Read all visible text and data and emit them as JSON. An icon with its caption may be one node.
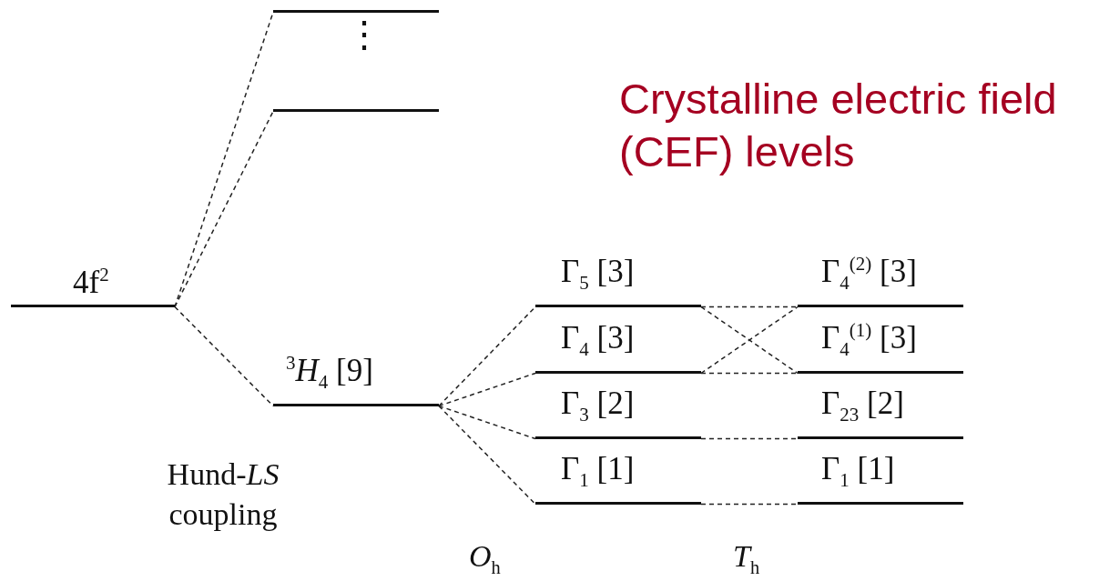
{
  "diagram": {
    "title": "Crystalline electric field (CEF) levels",
    "nodes": [
      {
        "text": [
          "4f$^{2}$"
        ]
      },
      {
        "text": [],
        "shape": "bar"
      },
      {
        "text": [],
        "shape": "bar"
      },
      {
        "text": [
          "$^{3}$*H*$_{4}$ [9]"
        ]
      },
      {
        "text": [
          "Γ$_{5}$ [3]"
        ]
      },
      {
        "text": [
          "Γ$_{4}$ [3]"
        ]
      },
      {
        "text": [
          "Γ$_{3}$ [2]"
        ]
      },
      {
        "text": [
          "Γ$_{1}$ [1]"
        ]
      },
      {
        "text": [
          "Γ$_{4}$$^{(2)}$ [3]"
        ]
      },
      {
        "text": [
          "Γ$_{4}$$^{(1)}$ [3]"
        ]
      },
      {
        "text": [
          "Γ$_{23}$ [2]"
        ]
      },
      {
        "text": [
          "Γ$_{1}$ [1]"
        ]
      }
    ],
    "edges": [
      {
        "from": 0,
        "to": 1,
        "arrow": "none",
        "style": "dashed"
      },
      {
        "from": 0,
        "to": 2,
        "arrow": "none",
        "style": "dashed"
      },
      {
        "from": 0,
        "to": 3,
        "arrow": "none",
        "style": "dashed"
      },
      {
        "from": 3,
        "to": 4,
        "arrow": "none",
        "style": "dashed"
      },
      {
        "from": 3,
        "to": 5,
        "arrow": "none",
        "style": "dashed"
      },
      {
        "from": 3,
        "to": 6,
        "arrow": "none",
        "style": "dashed"
      },
      {
        "from": 3,
        "to": 7,
        "arrow": "none",
        "style": "dashed"
      },
      {
        "from": 4,
        "to": 8,
        "arrow": "none",
        "style": "dashed"
      },
      {
        "from": 4,
        "to": 9,
        "arrow": "none",
        "style": "dashed"
      },
      {
        "from": 5,
        "to": 8,
        "arrow": "none",
        "style": "dashed"
      },
      {
        "from": 5,
        "to": 9,
        "arrow": "none",
        "style": "dashed"
      },
      {
        "from": 6,
        "to": 10,
        "arrow": "none",
        "style": "dashed"
      },
      {
        "from": 7,
        "to": 11,
        "arrow": "none",
        "style": "dashed"
      }
    ],
    "labels": [
      "⋮",
      "Hund-*LS* coupling",
      "*O*$_{h}$",
      "*T*$_{h}$"
    ]
  }
}
